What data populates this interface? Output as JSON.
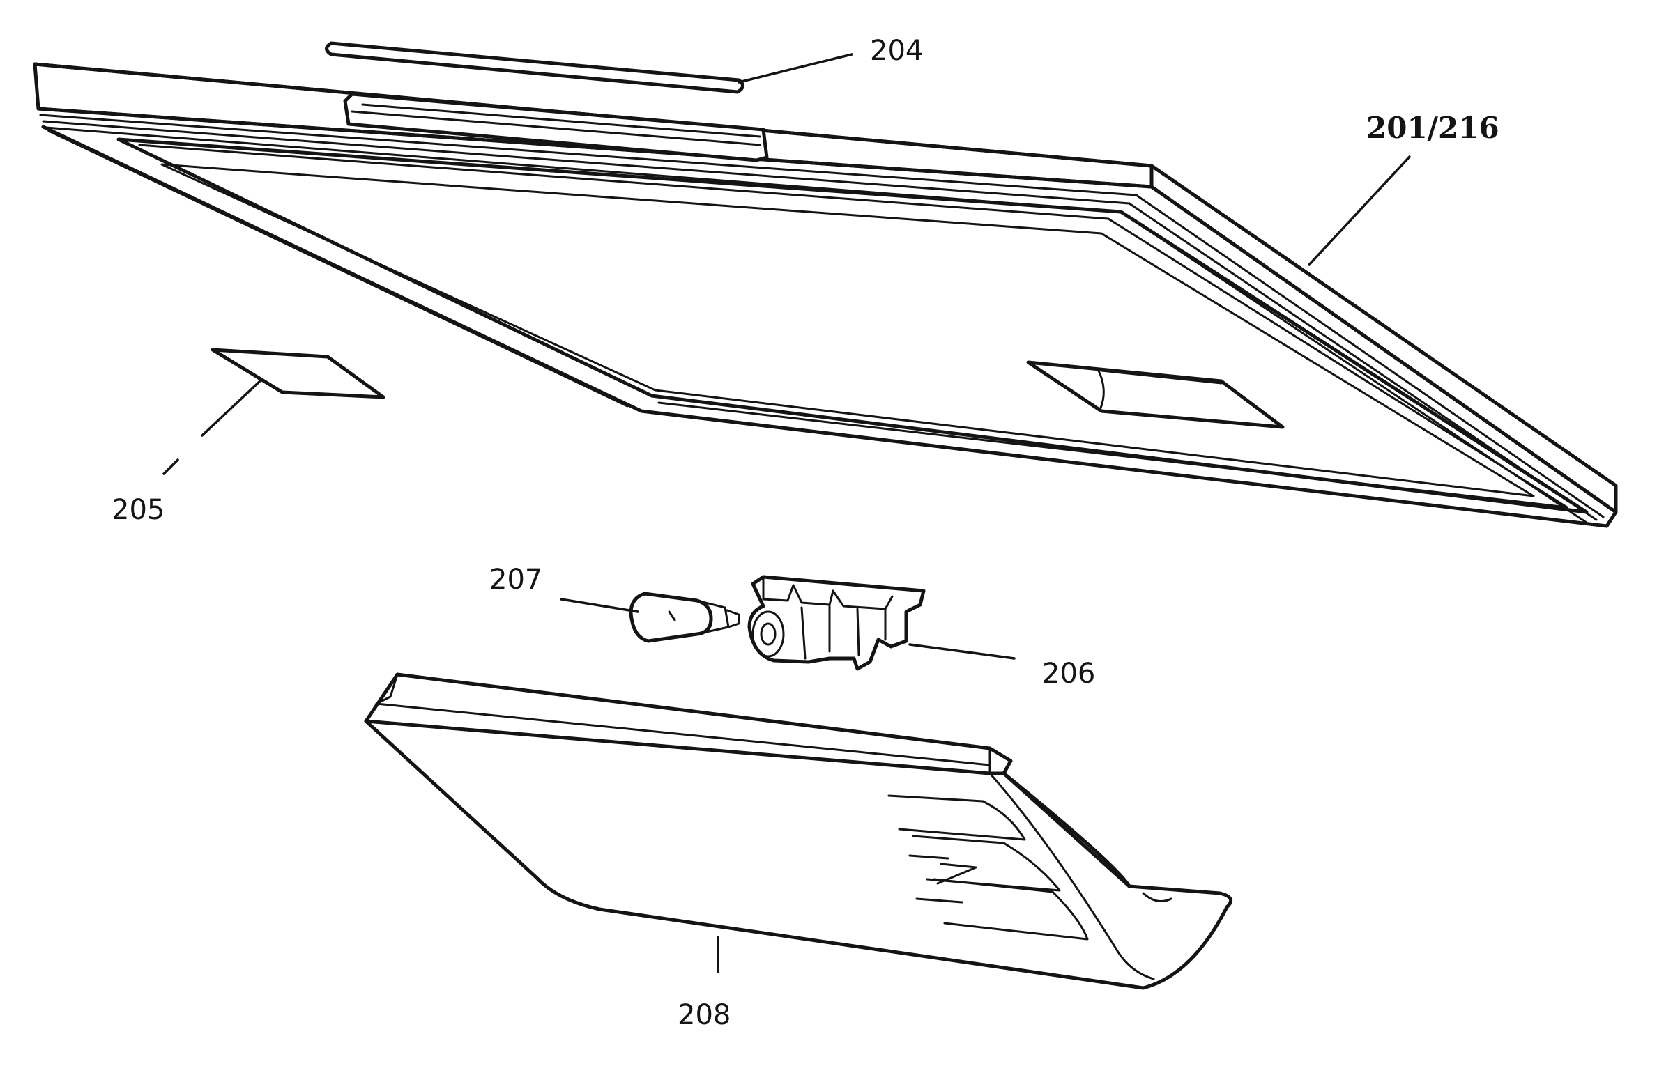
{
  "labels": {
    "ref_204": "204",
    "ref_201_216": "201/216",
    "ref_205": "205",
    "ref_207": "207",
    "ref_206": "206",
    "ref_208": "208"
  }
}
